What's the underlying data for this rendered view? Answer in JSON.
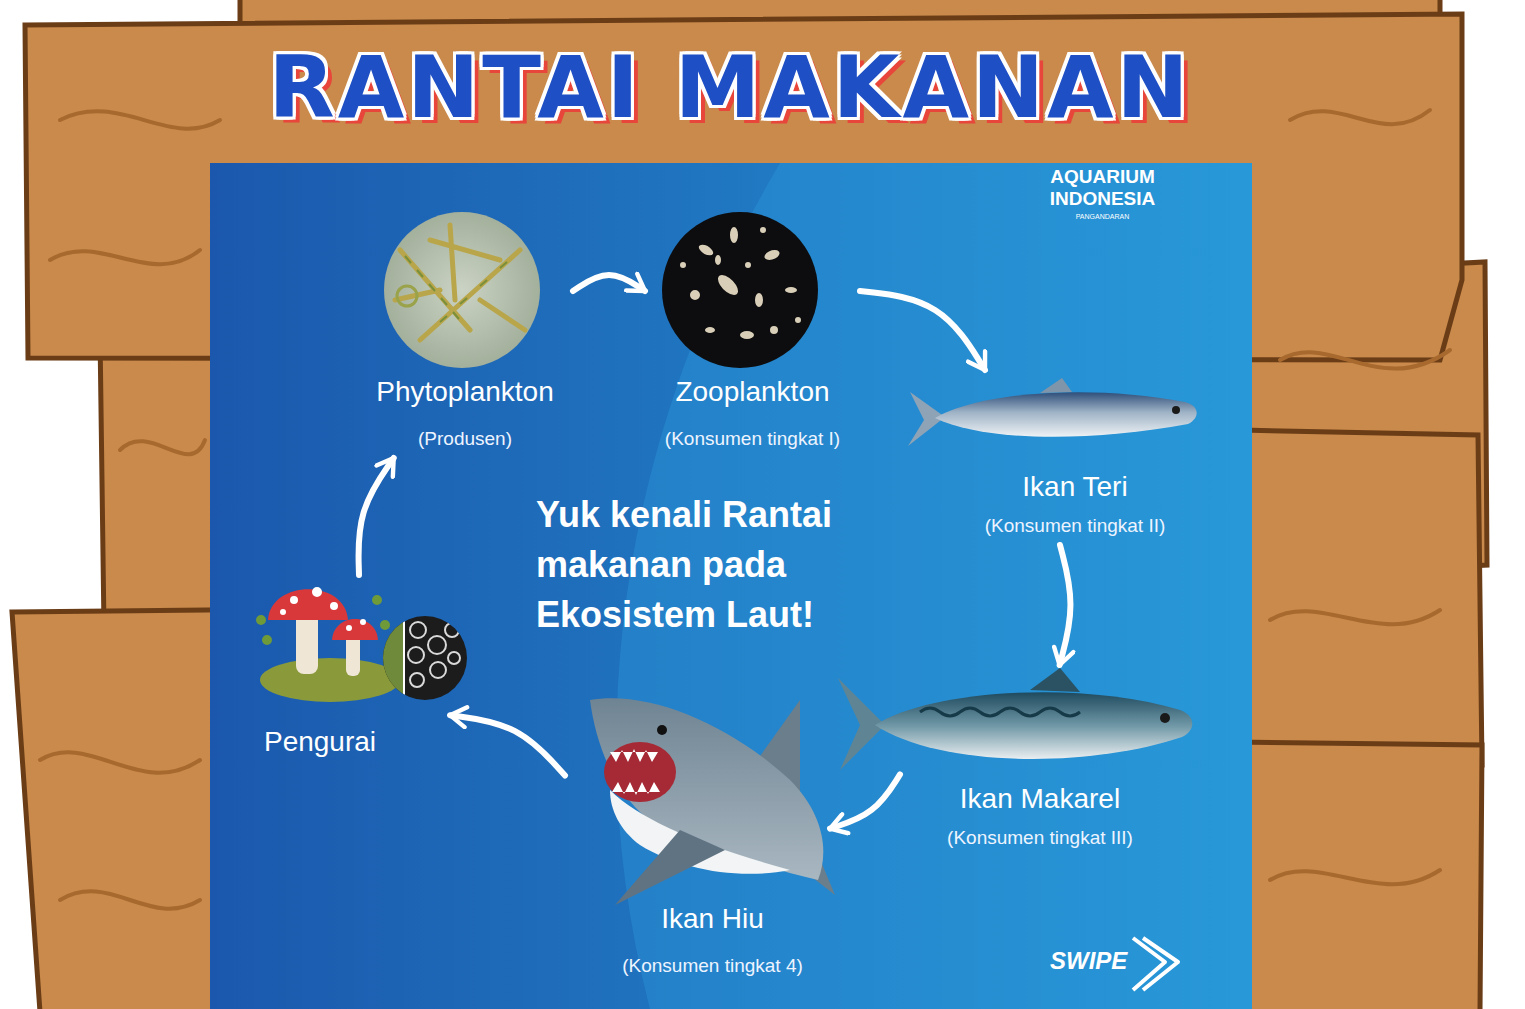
{
  "diagram": {
    "title": "RANTAI MAKANAN",
    "nodes": [
      {
        "text": [
          "Phytoplankton",
          "(Produsen)"
        ]
      },
      {
        "text": [
          "Zooplankton",
          "(Konsumen tingkat I)"
        ]
      },
      {
        "text": [
          "Ikan Teri",
          "(Konsumen tingkat II)"
        ]
      },
      {
        "text": [
          "Ikan Makarel",
          "(Konsumen tingkat III)"
        ]
      },
      {
        "text": [
          "Ikan Hiu",
          "(Konsumen tingkat 4)"
        ]
      },
      {
        "text": [
          "Pengurai"
        ]
      }
    ],
    "edges": [
      {
        "from": 0,
        "to": 1,
        "arrow": "to"
      },
      {
        "from": 1,
        "to": 2,
        "arrow": "to"
      },
      {
        "from": 2,
        "to": 3,
        "arrow": "to"
      },
      {
        "from": 3,
        "to": 4,
        "arrow": "to"
      },
      {
        "from": 4,
        "to": 5,
        "arrow": "to"
      },
      {
        "from": 5,
        "to": 0,
        "arrow": "to"
      }
    ],
    "labels": [
      "AQUARIUM INDONESIA",
      "PANGANDARAN",
      "Yuk kenali Rantai makanan pada Ekosistem Laut!",
      "SWIPE"
    ]
  }
}
